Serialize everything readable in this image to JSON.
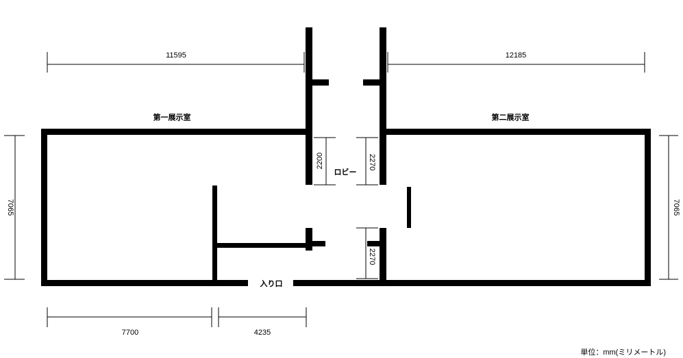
{
  "rooms": {
    "first": "第一展示室",
    "second": "第二展示室",
    "lobby": "ロビー",
    "entrance": "入り口"
  },
  "dimensions": {
    "top_left_width": "11595",
    "top_right_width": "12185",
    "left_height": "7065",
    "right_height": "7065",
    "bottom_left_width": "7700",
    "bottom_mid_width": "4235",
    "lobby_left_opening": "2200",
    "lobby_right_opening": "2270",
    "lower_right_opening": "2270"
  },
  "unit_label": "単位：mm(ミリメートル)"
}
